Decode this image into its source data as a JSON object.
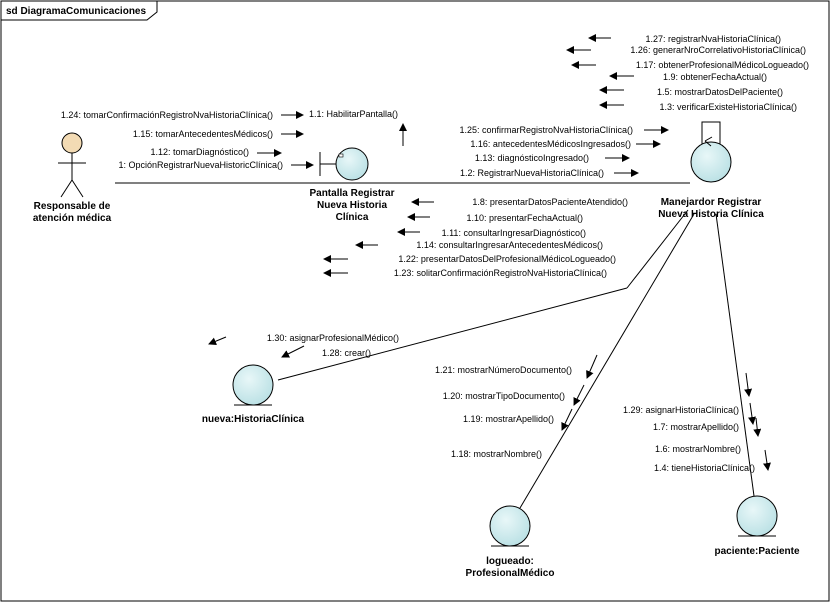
{
  "frame": {
    "title": "sd DiagramaComunicaciones"
  },
  "actor": {
    "name_line1": "Responsable de",
    "name_line2": "atención médica"
  },
  "objects": {
    "pantalla": {
      "line1": "Pantalla Registrar",
      "line2": "Nueva Historia",
      "line3": "Clínica"
    },
    "manejador": {
      "line1": "Manejardor Registrar",
      "line2": "Nueva Historia Clínica"
    },
    "historia": {
      "line1": "nueva:HistoriaClínica"
    },
    "profesional": {
      "line1": "logueado:",
      "line2": "ProfesionalMédico"
    },
    "paciente": {
      "line1": "paciente:Paciente"
    }
  },
  "messages": {
    "actor_to_pantalla": [
      "1.24: tomarConfirmaciónRegistroNvaHistoriaClínica()",
      "1.15: tomarAntecedentesMédicos()",
      "1.12: tomarDiagnóstico()",
      "1: OpciónRegistrarNuevaHistoricClínica()"
    ],
    "pantalla_self": "1.1: HabilitarPantalla()",
    "pantalla_to_manejador": [
      "1.25: confirmarRegistroNvaHistoriaClínica()",
      "1.16: antecedentesMédicosIngresados()",
      "1.13: diagnósticoIngresado()",
      "1.2: RegistrarNuevaHistoriaClínica()"
    ],
    "manejador_self": [
      "1.27: registrarNvaHistoriaClínica()",
      "1.26: generarNroCorrelativoHistoriaClínica()",
      "1.17: obtenerProfesionalMédicoLogueado()",
      "1.9: obtenerFechaActual()",
      "1.5: mostrarDatosDelPaciente()",
      "1.3: verificarExisteHistoriaClínica()"
    ],
    "manejador_to_pantalla": [
      "1.8: presentarDatosPacienteAtendido()",
      "1.10: presentarFechaActual()",
      "1.11: consultarIngresarDiagnóstico()",
      "1.14: consultarIngresarAntecedentesMédicos()",
      "1.22: presentarDatosDelProfesionalMédicoLogueado()",
      "1.23: solitarConfirmaciónRegistroNvaHistoriaClínica()"
    ],
    "manejador_to_historia": [
      "1.30: asignarProfesionalMédico()",
      "1.28: crear()"
    ],
    "manejador_to_profesional": [
      "1.21: mostrarNúmeroDocumento()",
      "1.20: mostrarTipoDocumento()",
      "1.19: mostrarApellido()",
      "1.18: mostrarNombre()"
    ],
    "manejador_to_paciente": [
      "1.29: asignarHistoriaClínica()",
      "1.7: mostrarApellido()",
      "1.6: mostrarNombre()",
      "1.4: tieneHistoriaClínica()"
    ]
  },
  "colors": {
    "object_fill": "#c9e9ec",
    "line": "#000000",
    "actor_head": "#f3dbb4"
  }
}
